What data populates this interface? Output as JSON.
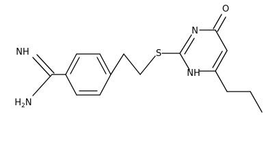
{
  "molecule": {
    "atoms": {
      "imine_n": "NH",
      "amine_n": "H2N",
      "sulfur": "S",
      "ring_n_upper": "N",
      "ring_n_lower": "NH",
      "carbonyl_o": "O"
    },
    "colors": {
      "bond": "#000000",
      "label": "#000000",
      "background": "#ffffff"
    }
  }
}
